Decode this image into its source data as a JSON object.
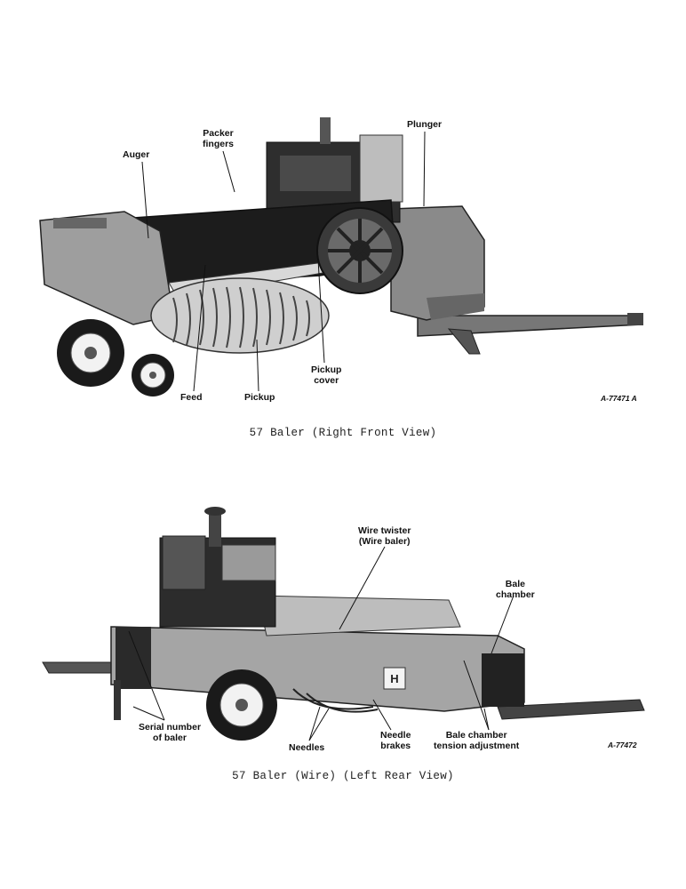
{
  "figures": [
    {
      "caption": "57 Baler (Right Front View)",
      "id": "A-77471 A",
      "callouts": {
        "auger": "Auger",
        "packer_fingers": [
          "Packer",
          "fingers"
        ],
        "plunger": "Plunger",
        "pickup_cover": [
          "Pickup",
          "cover"
        ],
        "feed": "Feed",
        "pickup": "Pickup"
      }
    },
    {
      "caption": "57 Baler (Wire) (Left Rear View)",
      "id": "A-77472",
      "callouts": {
        "wire_twister": [
          "Wire twister",
          "(Wire baler)"
        ],
        "bale_chamber": [
          "Bale",
          "chamber"
        ],
        "serial_number": [
          "Serial number",
          "of baler"
        ],
        "needles": "Needles",
        "needle_brakes": [
          "Needle",
          "brakes"
        ],
        "bale_chamber_tension": [
          "Bale chamber",
          "tension adjustment"
        ]
      }
    }
  ]
}
